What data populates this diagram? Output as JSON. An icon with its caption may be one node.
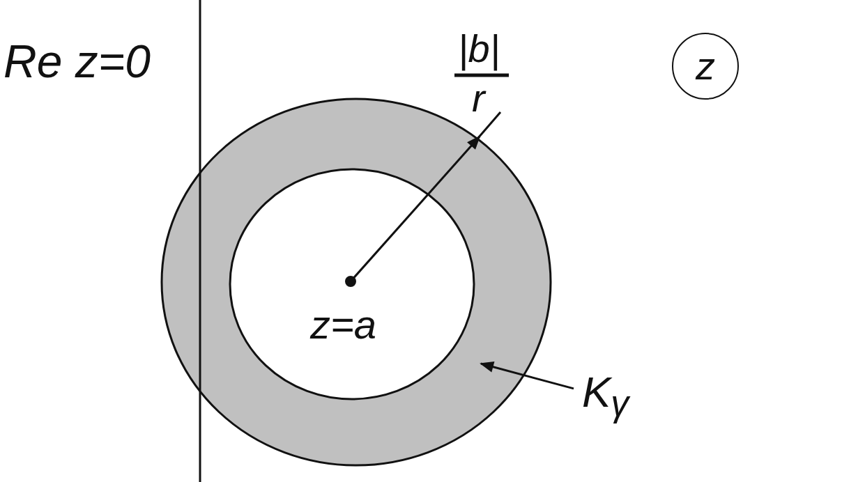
{
  "diagram": {
    "nodes": [
      {
        "text": [
          "z"
        ]
      },
      {
        "text": [],
        "shape": "circle"
      },
      {
        "text": [
          "K$_{γ}$"
        ]
      }
    ],
    "edges": [
      {
        "from": 2,
        "to": 1,
        "arrow": "to"
      }
    ],
    "labels": [
      "Re z=0",
      "|b|",
      "r",
      "z=a"
    ]
  }
}
